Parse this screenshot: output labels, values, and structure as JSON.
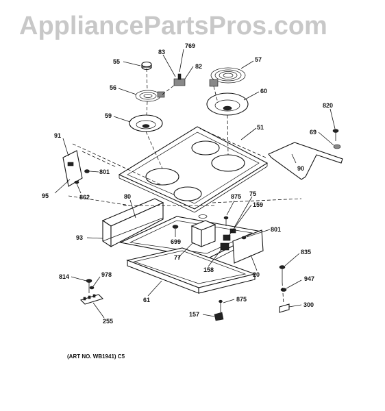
{
  "watermark": "AppliancePartsPros.com",
  "art_number": "(ART NO. WB1941) C5",
  "callouts": {
    "c55": "55",
    "c83": "83",
    "c769": "769",
    "c82": "82",
    "c57": "57",
    "c56": "56",
    "c60": "60",
    "c59": "59",
    "c820": "820",
    "c51": "51",
    "c69": "69",
    "c91": "91",
    "c90": "90",
    "c801a": "801",
    "c95": "95",
    "c862": "862",
    "c875a": "875",
    "c75": "75",
    "c80": "80",
    "c159": "159",
    "c801b": "801",
    "c93": "93",
    "c699": "699",
    "c77": "77",
    "c158": "158",
    "c835": "835",
    "c20": "20",
    "c814": "814",
    "c978": "978",
    "c947": "947",
    "c61": "61",
    "c875b": "875",
    "c300": "300",
    "c157": "157",
    "c255": "255"
  },
  "colors": {
    "ink": "#111111",
    "watermark": "#c8c8c8",
    "background": "#ffffff"
  }
}
